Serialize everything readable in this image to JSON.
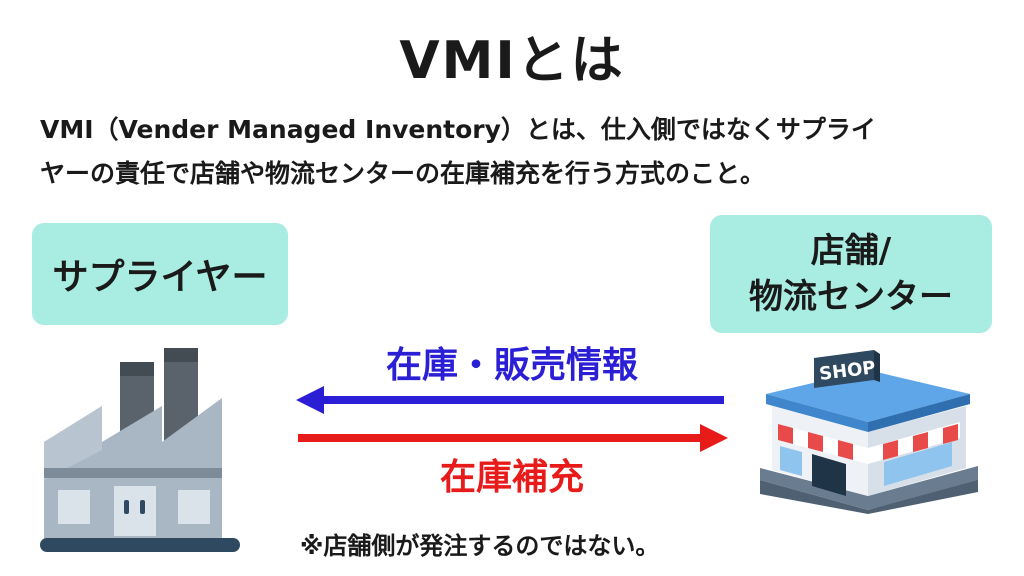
{
  "title": "VMIとは",
  "description": {
    "line1": "VMI（Vender Managed Inventory）とは、仕入側ではなくサプライ",
    "line2": "ヤーの責任で店舗や物流センターの在庫補充を行う方式のこと。"
  },
  "supplier_label": "サプライヤー",
  "store_label": {
    "line1": "店舗/",
    "line2": "物流センター"
  },
  "flow": {
    "info_label": "在庫・販売情報",
    "supply_label": "在庫補充"
  },
  "note": "※店舗側が発注するのではない。",
  "shop_sign": "SHOP",
  "colors": {
    "box_bg": "#a8ece2",
    "info_arrow": "#2b1fd6",
    "supply_arrow": "#e81b1b"
  },
  "icons": {
    "supplier": "factory-icon",
    "store": "shop-icon"
  }
}
